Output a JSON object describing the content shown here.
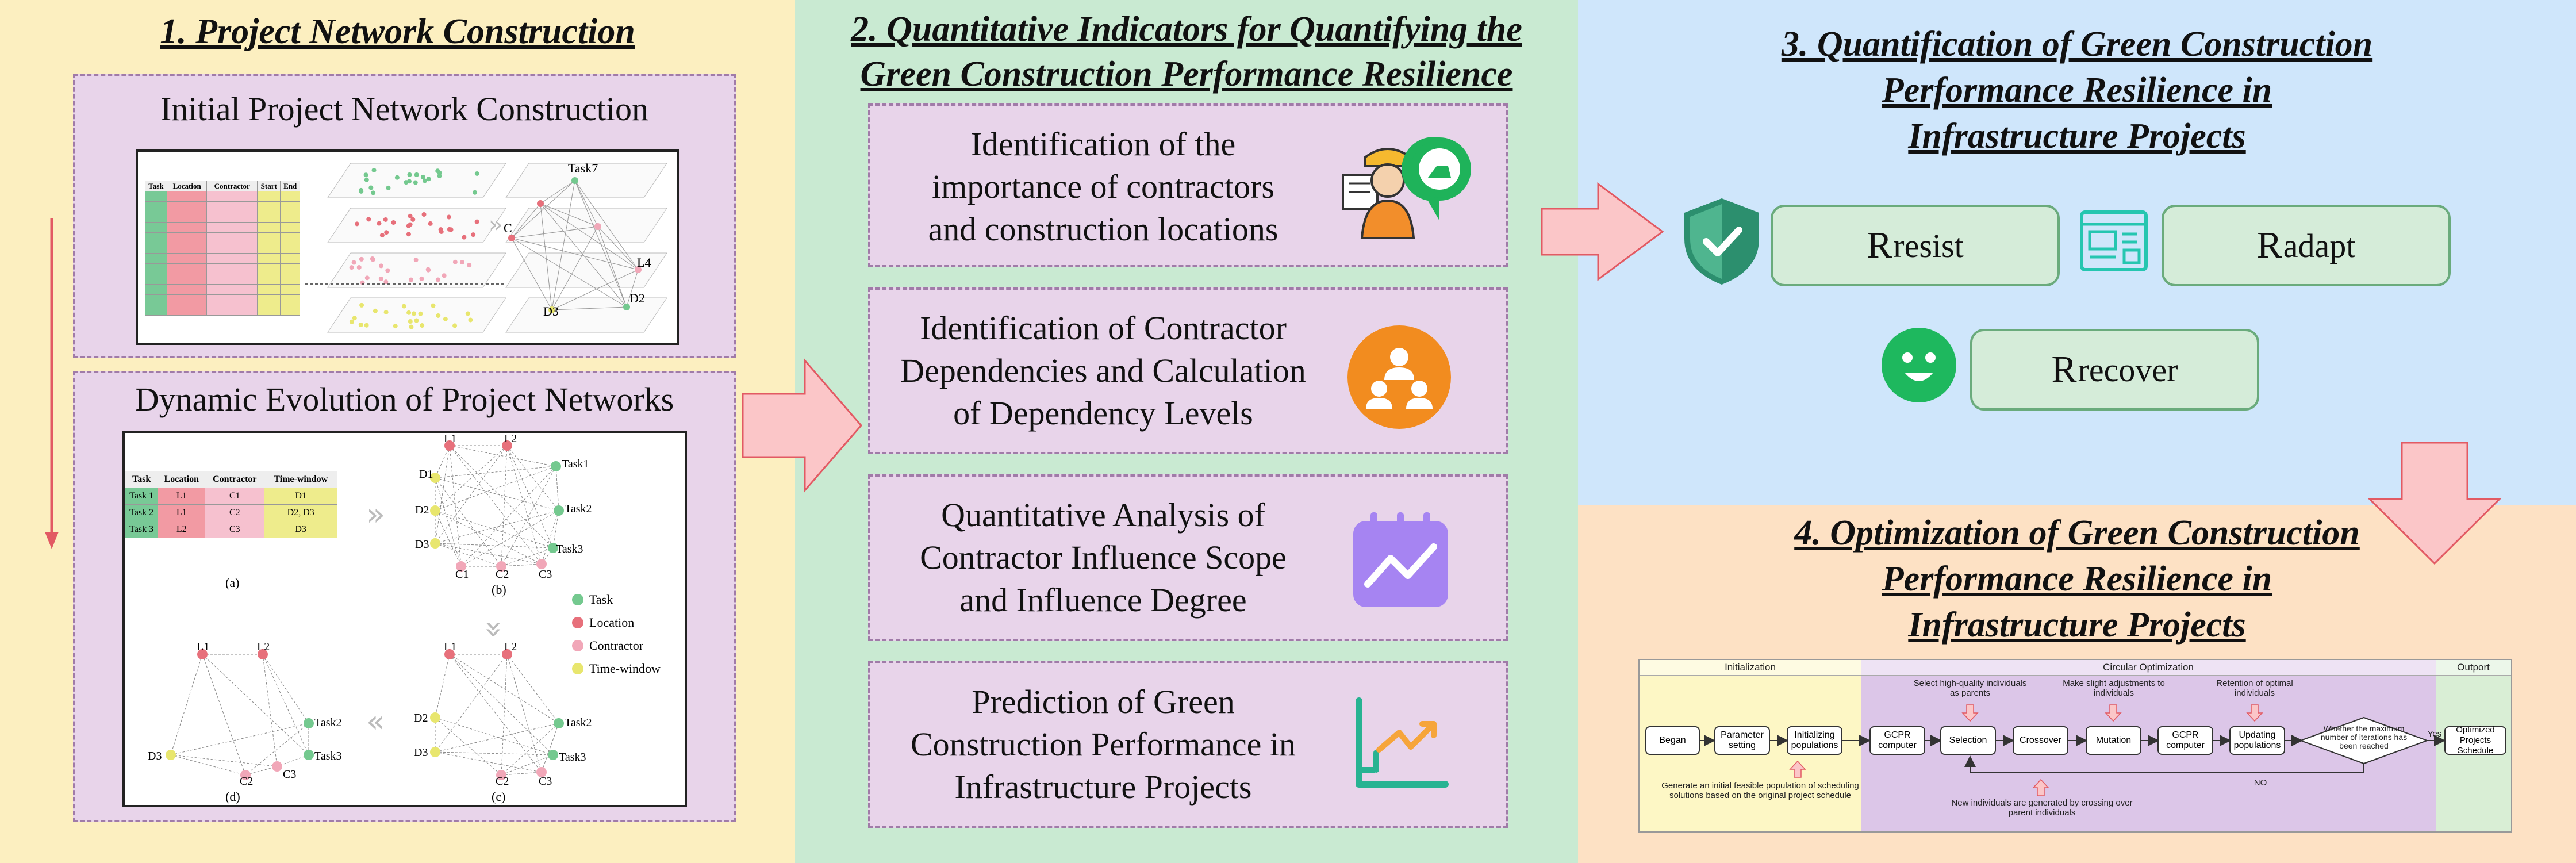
{
  "panel1": {
    "title": "1. Project Network Construction",
    "box1": {
      "title": "Initial Project Network Construction",
      "table_headers": [
        "Task",
        "Location",
        "Contractor",
        "Start",
        "End"
      ],
      "graph_labels": {
        "task": "Task7",
        "contractor": "C",
        "location": "L4",
        "time1": "D3",
        "time2": "D2"
      }
    },
    "box2": {
      "title": "Dynamic Evolution of Project Networks",
      "table_headers": [
        "Task",
        "Location",
        "Contractor",
        "Time-window"
      ],
      "table_rows": [
        [
          "Task 1",
          "L1",
          "C1",
          "D1"
        ],
        [
          "Task 2",
          "L1",
          "C2",
          "D2, D3"
        ],
        [
          "Task 3",
          "L2",
          "C3",
          "D3"
        ]
      ],
      "sub_labels": {
        "a": "(a)",
        "b": "(b)",
        "c": "(c)",
        "d": "(d)"
      },
      "legend": [
        "Task",
        "Location",
        "Contractor",
        "Time-window"
      ],
      "nodes_b": {
        "l1": "L1",
        "l2": "L2",
        "d1": "D1",
        "d2": "D2",
        "d3": "D3",
        "t1": "Task1",
        "t2": "Task2",
        "t3": "Task3",
        "c1": "C1",
        "c2": "C2",
        "c3": "C3"
      },
      "nodes_c": {
        "l1": "L1",
        "l2": "L2",
        "d2": "D2",
        "d3": "D3",
        "t2": "Task2",
        "t3": "Task3",
        "c2": "C2",
        "c3": "C3"
      },
      "nodes_d": {
        "l1": "L1",
        "l2": "L2",
        "d3": "D3",
        "t2": "Task2",
        "t3": "Task3",
        "c2": "C2",
        "c3": "C3"
      }
    }
  },
  "panel2": {
    "title_line1": "2. Quantitative Indicators for Quantifying the",
    "title_line2": "Green Construction Performance Resilience",
    "items": [
      {
        "lines": [
          "Identification of the",
          "importance of contractors",
          "and construction locations"
        ]
      },
      {
        "lines": [
          "Identification of Contractor",
          "Dependencies and Calculation",
          "of Dependency Levels"
        ]
      },
      {
        "lines": [
          "Quantitative Analysis of",
          "Contractor Influence Scope",
          "and Influence Degree"
        ]
      },
      {
        "lines": [
          "Prediction of Green",
          "Construction Performance in",
          "Infrastructure Projects"
        ]
      }
    ]
  },
  "panel3": {
    "title_lines": [
      "3. Quantification of Green Construction",
      "Performance Resilience in",
      "Infrastructure Projects"
    ],
    "r_base": "R",
    "resist": "resist",
    "adapt": "adapt",
    "recover": "recover"
  },
  "panel4": {
    "title_lines": [
      "4. Optimization of Green Construction",
      "Performance Resilience in",
      "Infrastructure Projects"
    ],
    "flow": {
      "sections": [
        "Initialization",
        "Circular Optimization",
        "Outport"
      ],
      "boxes": [
        "Began",
        "Parameter setting",
        "Initializing populations",
        "GCPR computer",
        "Selection",
        "Crossover",
        "Mutation",
        "GCPR computer",
        "Updating populations",
        "Whether the maximum number of iterations has been reached",
        "Optimized Projects Schedule"
      ],
      "notes": {
        "select": "Select high-quality individuals as parents",
        "adjust": "Make slight adjustments to individuals",
        "retain": "Retention of optimal individuals",
        "init": "Generate an initial feasible population of scheduling solutions based on the original project schedule",
        "new": "New individuals are generated by crossing over parent individuals",
        "yes": "Yes",
        "no": "NO"
      }
    }
  },
  "colors": {
    "arrow_fill": "#fbc6c8",
    "arrow_stroke": "#e25a63",
    "task": "#74c98f",
    "location": "#e7707b",
    "contractor": "#f1a7b8",
    "time": "#e8e66e"
  }
}
